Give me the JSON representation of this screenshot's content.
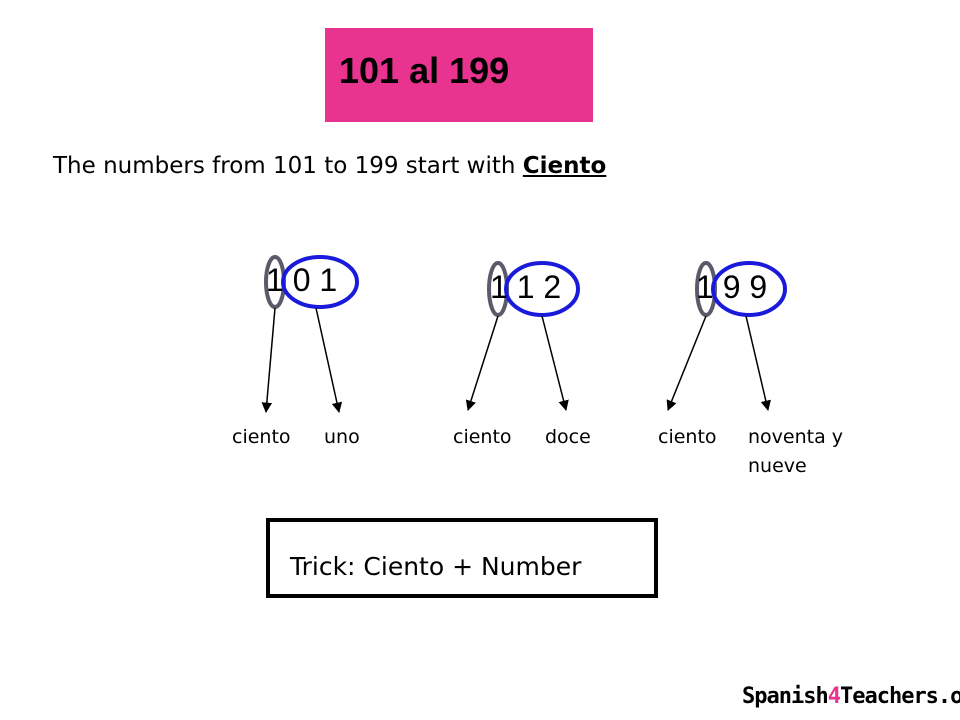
{
  "title": "101 al 199",
  "intro": {
    "text": "The numbers from 101 to 199 start with",
    "keyword": "Ciento"
  },
  "examples": [
    {
      "number": "1 0 1",
      "first_word": "ciento",
      "second_word": "uno",
      "second_word_line2": ""
    },
    {
      "number": "1 1 2",
      "first_word": "ciento",
      "second_word": "doce",
      "second_word_line2": ""
    },
    {
      "number": "1 9 9",
      "first_word": "ciento",
      "second_word": "noventa y",
      "second_word_line2": "nueve"
    }
  ],
  "trick": "Trick: Ciento + Number",
  "logo": {
    "part1": "Spanish",
    "part2": "4",
    "part3": "Teachers.org"
  },
  "colors": {
    "title_bg": "#e8338f",
    "hundreds_oval": "#5a5a6a",
    "rest_oval": "#1a1adb"
  }
}
